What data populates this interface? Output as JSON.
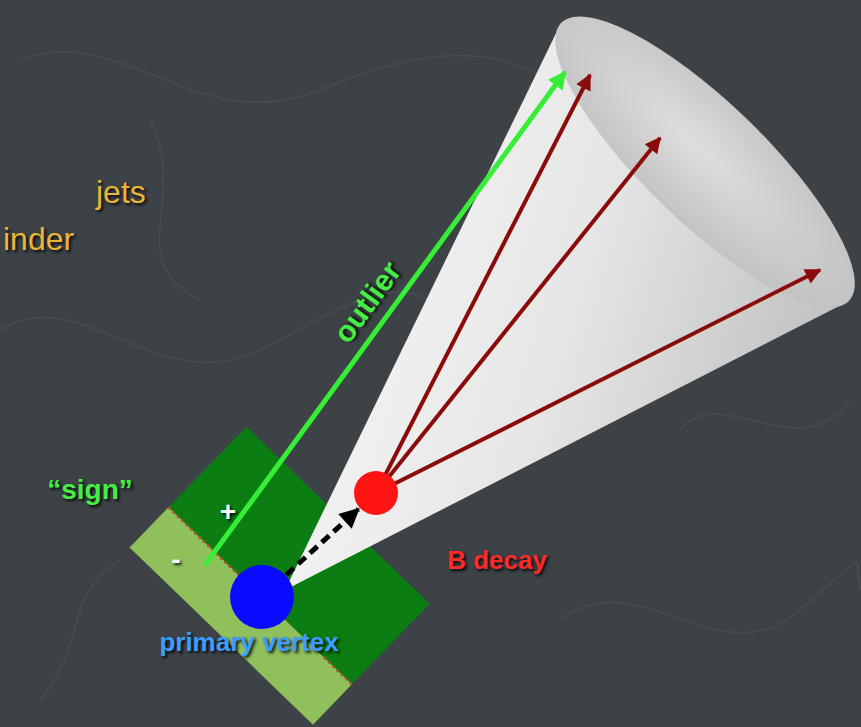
{
  "diagram": {
    "nodes": [
      {
        "text": [
          "B decay"
        ]
      },
      {
        "text": [
          "primary vertex"
        ]
      }
    ],
    "edges": [
      {
        "from": 1,
        "to": 0,
        "arrow": "to"
      }
    ],
    "labels": [
      "jets",
      "inder",
      "outlier",
      "“sign”",
      "+",
      "-"
    ]
  }
}
